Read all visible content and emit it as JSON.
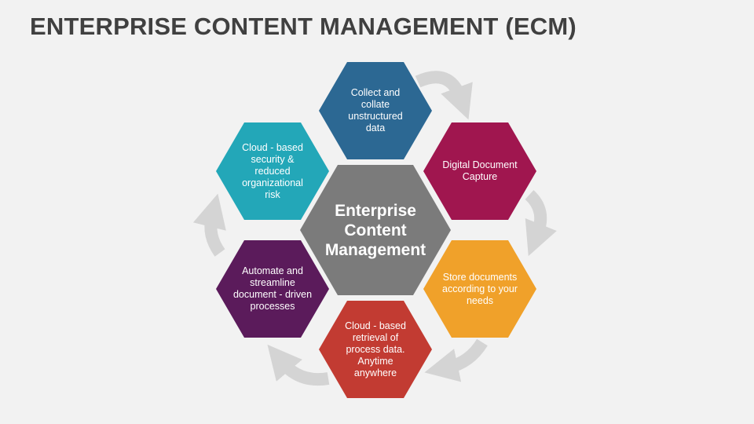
{
  "title": "ENTERPRISE CONTENT MANAGEMENT (ECM)",
  "center": {
    "label": "Enterprise Content Management",
    "color": "#7b7b7b"
  },
  "steps": [
    {
      "label": "Collect and collate unstructured data",
      "color": "#2c6893"
    },
    {
      "label": "Digital Document Capture",
      "color": "#a0164f"
    },
    {
      "label": "Store documents according to your needs",
      "color": "#f0a12a"
    },
    {
      "label": "Cloud - based retrieval of process data. Anytime anywhere",
      "color": "#c23b32"
    },
    {
      "label": "Automate and streamline document - driven processes",
      "color": "#5b1b5b"
    },
    {
      "label": "Cloud - based security & reduced organizational risk",
      "color": "#23a7b8"
    }
  ],
  "arrow_color": "#d4d4d4"
}
